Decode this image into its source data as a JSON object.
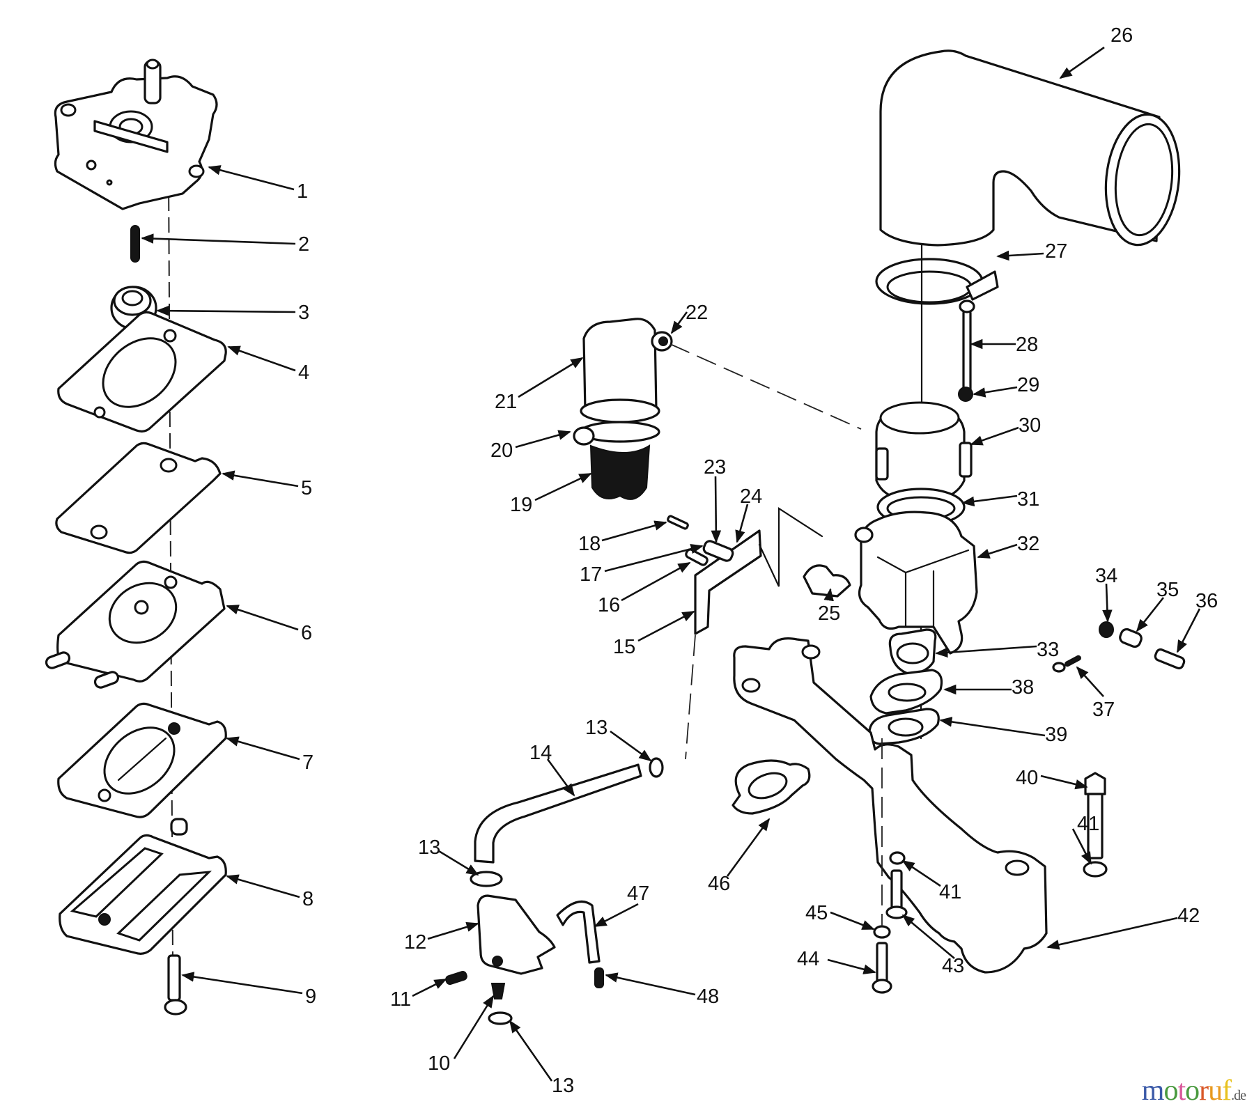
{
  "diagram": {
    "type": "exploded-parts-diagram",
    "callouts": [
      "1",
      "2",
      "3",
      "4",
      "5",
      "6",
      "7",
      "8",
      "9",
      "10",
      "11",
      "12",
      "13",
      "13",
      "13",
      "14",
      "15",
      "16",
      "17",
      "18",
      "19",
      "20",
      "21",
      "22",
      "23",
      "24",
      "25",
      "26",
      "27",
      "28",
      "29",
      "30",
      "31",
      "32",
      "33",
      "34",
      "35",
      "36",
      "37",
      "38",
      "39",
      "40",
      "41",
      "41",
      "42",
      "43",
      "44",
      "45",
      "46",
      "47",
      "48"
    ]
  },
  "watermark": {
    "text": "motoruf",
    "suffix": ".de",
    "letters": [
      {
        "ch": "m",
        "color": "#3b5aa8"
      },
      {
        "ch": "o",
        "color": "#4a9a3f"
      },
      {
        "ch": "t",
        "color": "#d9589a"
      },
      {
        "ch": "o",
        "color": "#4a9a3f"
      },
      {
        "ch": "r",
        "color": "#d9592a"
      },
      {
        "ch": "u",
        "color": "#e89a1f"
      },
      {
        "ch": "f",
        "color": "#e8c21f"
      }
    ]
  }
}
